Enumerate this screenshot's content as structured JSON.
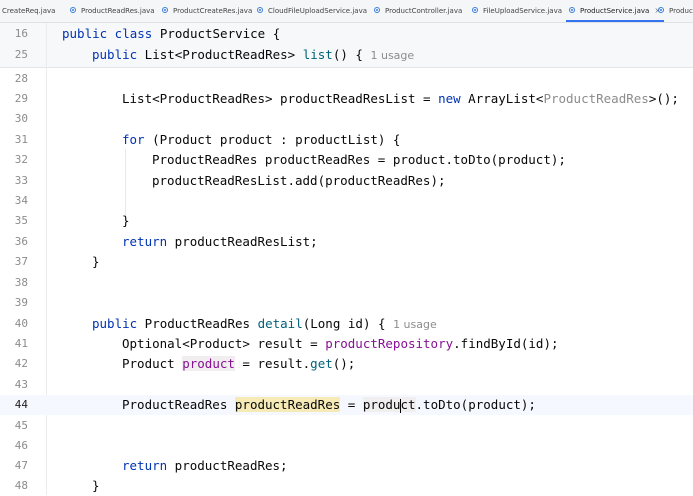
{
  "tabs": [
    {
      "label": "CreateReq.java"
    },
    {
      "label": "ProductReadRes.java"
    },
    {
      "label": "ProductCreateRes.java"
    },
    {
      "label": "CloudFileUploadService.java"
    },
    {
      "label": "ProductController.java"
    },
    {
      "label": "FileUploadService.java"
    },
    {
      "label": "ProductService.java",
      "close": "×"
    },
    {
      "label": "Product"
    }
  ],
  "lines": {
    "l16": {
      "num": "16",
      "t1": "public class",
      "t2": " ProductService {"
    },
    "l25": {
      "num": "25",
      "t1": "public",
      "t2": " List<ProductReadRes> ",
      "t3": "list",
      "t4": "() {",
      "usage": "1 usage"
    },
    "l28": {
      "num": "28"
    },
    "l29": {
      "num": "29",
      "t1": "List<ProductReadRes> productReadResList = ",
      "t2": "new",
      "t3": " ArrayList<",
      "t4": "ProductReadRes",
      "t5": ">();"
    },
    "l30": {
      "num": "30"
    },
    "l31": {
      "num": "31",
      "t1": "for",
      "t2": " (Product product : productList) {"
    },
    "l32": {
      "num": "32",
      "t1": "ProductReadRes productReadRes = product.toDto(product);"
    },
    "l33": {
      "num": "33",
      "t1": "productReadResList.add(productReadRes);"
    },
    "l34": {
      "num": "34"
    },
    "l35": {
      "num": "35",
      "t1": "}"
    },
    "l36": {
      "num": "36",
      "t1": "return",
      "t2": " productReadResList;"
    },
    "l37": {
      "num": "37",
      "t1": "}"
    },
    "l38": {
      "num": "38"
    },
    "l39": {
      "num": "39"
    },
    "l40": {
      "num": "40",
      "t1": "public",
      "t2": " ProductReadRes ",
      "t3": "detail",
      "t4": "(Long id) {",
      "usage": "1 usage"
    },
    "l41": {
      "num": "41",
      "t1": "Optional<Product> result = ",
      "t2": "productRepository",
      "t3": ".findById(id);"
    },
    "l42": {
      "num": "42",
      "t1": "Product ",
      "t2": "product",
      "t3": " = result.",
      "t4": "get",
      "t5": "();"
    },
    "l43": {
      "num": "43"
    },
    "l44": {
      "num": "44",
      "t1": "ProductReadRes ",
      "t2": "productReadRes",
      "t3": " = ",
      "t4a": "produ",
      "t4b": "ct",
      "t5": ".toDto(product);"
    },
    "l45": {
      "num": "45"
    },
    "l46": {
      "num": "46"
    },
    "l47": {
      "num": "47",
      "t1": "return",
      "t2": " productReadRes;"
    },
    "l48": {
      "num": "48",
      "t1": "}"
    }
  }
}
